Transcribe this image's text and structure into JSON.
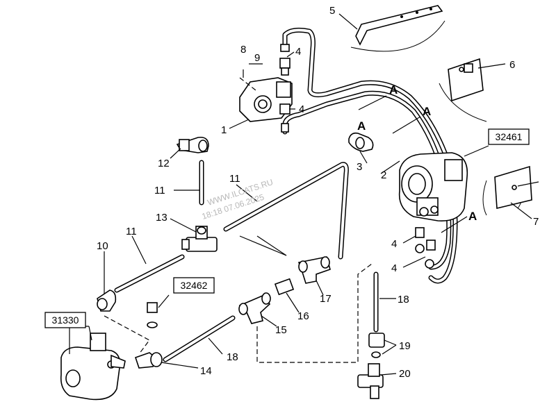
{
  "diagram": {
    "callouts": {
      "c1": "1",
      "c2": "2",
      "c3": "3",
      "c4a": "4",
      "c4b": "4",
      "c4c": "4",
      "c4d": "4",
      "c5": "5",
      "c6": "6",
      "c7": "7",
      "c8": "8",
      "c9": "9",
      "c10": "10",
      "c11a": "11",
      "c11b": "11",
      "c11c": "11",
      "c12": "12",
      "c13": "13",
      "c14": "14",
      "c15": "15",
      "c16": "16",
      "c17": "17",
      "c18a": "18",
      "c18b": "18",
      "c19": "19",
      "c20": "20"
    },
    "section_marks": [
      "A",
      "A",
      "A",
      "A"
    ],
    "reference_boxes": {
      "box1": "32461",
      "box2": "32462",
      "box3": "31330"
    },
    "watermark": {
      "line1": "WWW.ILCATS.RU",
      "line2": "18:18 07.06.2025"
    }
  }
}
